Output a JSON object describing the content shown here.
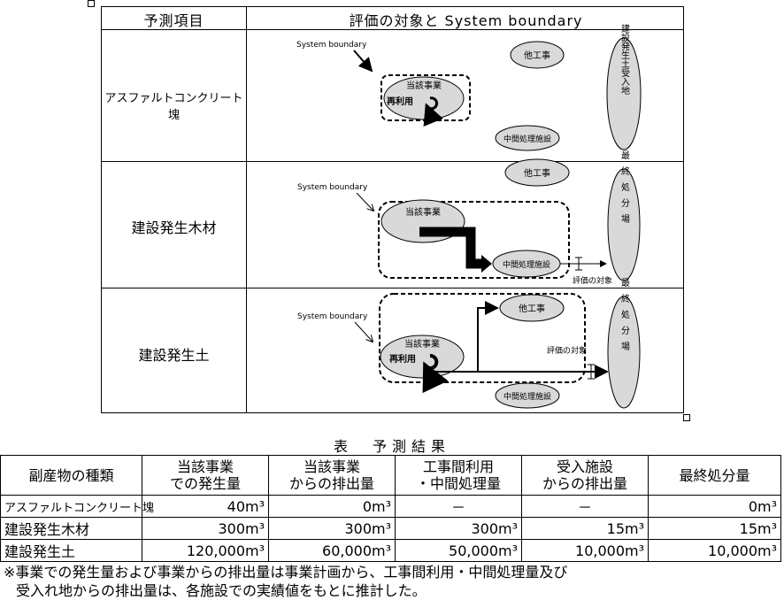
{
  "diagram": {
    "header_item": "予測項目",
    "header_scope": "評価の対象と System boundary",
    "rows": [
      {
        "label": "アスファルトコンクリート塊"
      },
      {
        "label": "建設発生木材"
      },
      {
        "label": "建設発生土"
      }
    ],
    "labels": {
      "system_boundary": "System boundary",
      "this_project": "当該事業",
      "reuse": "再利用",
      "other_project": "他工事",
      "intermediate": "中間処理施設",
      "receiving_site": "建設発生土受入地",
      "final_disposal": "最終処分場",
      "eval_target": "評価の対象"
    }
  },
  "results": {
    "caption": "表　予測結果",
    "headers": [
      "副産物の種類",
      "当該事業での発生量",
      "当該事業からの排出量",
      "工事間利用・中間処理量",
      "受入施設からの排出量",
      "最終処分量"
    ],
    "header_lines": [
      [
        "副産物の種類"
      ],
      [
        "当該事業",
        "での発生量"
      ],
      [
        "当該事業",
        "からの排出量"
      ],
      [
        "工事間利用",
        "・中間処理量"
      ],
      [
        "受入施設",
        "からの排出量"
      ],
      [
        "最終処分量"
      ]
    ],
    "rows": [
      {
        "name": "アスファルトコンクリート塊",
        "values": [
          "40m³",
          "0m³",
          "－",
          "－",
          "0m³"
        ]
      },
      {
        "name": "建設発生木材",
        "values": [
          "300m³",
          "300m³",
          "300m³",
          "15m³",
          "15m³"
        ]
      },
      {
        "name": "建設発生土",
        "values": [
          "120,000m³",
          "60,000m³",
          "50,000m³",
          "10,000m³",
          "10,000m³"
        ]
      }
    ]
  },
  "note": {
    "line1": "※事業での発生量および事業からの排出量は事業計画から、工事間利用・中間処理量及び",
    "line2": "受入れ地からの排出量は、各施設での実績値をもとに推計した。"
  }
}
